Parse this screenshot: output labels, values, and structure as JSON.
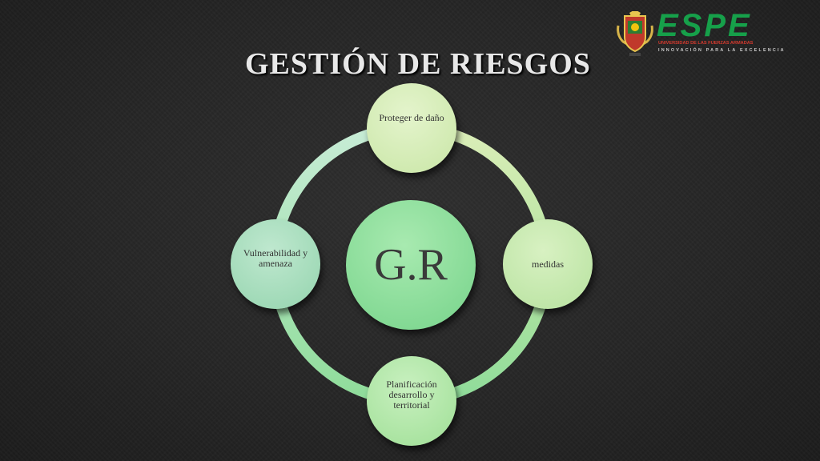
{
  "slide": {
    "title": "GESTIÓN DE RIESGOS"
  },
  "logo": {
    "wordmark": "ESPE",
    "subtitle": "UNIVERSIDAD DE LAS FUERZAS ARMADAS",
    "tagline": "INNOVACIÓN PARA LA EXCELENCIA",
    "emblem_icon": "university-crest-icon",
    "colors": {
      "wordmark": "#16a04a",
      "subtitle": "#d43a2e"
    }
  },
  "diagram": {
    "center": "G.R",
    "nodes": {
      "top": "Proteger de daño",
      "right": "medidas",
      "bottom": "Planificación desarrollo y territorial",
      "left": "Vulnerabilidad y amenaza"
    },
    "colors": {
      "ring_start": "#dbeeb8",
      "ring_end": "#8fdc9a",
      "center_fill": "#7fd88f"
    }
  }
}
